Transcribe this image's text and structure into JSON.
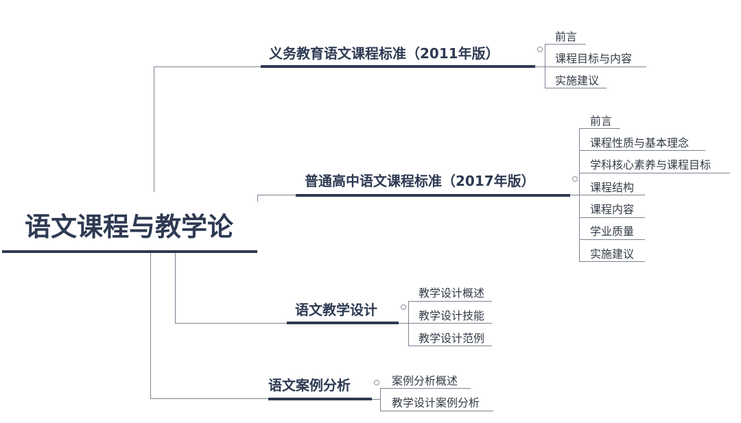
{
  "root": {
    "label": "语文课程与教学论"
  },
  "branches": [
    {
      "label": "义务教育语文课程标准（2011年版）",
      "children": [
        "前言",
        "课程目标与内容",
        "实施建议"
      ]
    },
    {
      "label": "普通高中语文课程标准（2017年版）",
      "children": [
        "前言",
        "课程性质与基本理念",
        "学科核心素养与课程目标",
        "课程结构",
        "课程内容",
        "学业质量",
        "实施建议"
      ]
    },
    {
      "label": "语文教学设计",
      "children": [
        "教学设计概述",
        "教学设计技能",
        "教学设计范例"
      ]
    },
    {
      "label": "语文案例分析",
      "children": [
        "案例分析概述",
        "教学设计案例分析"
      ]
    }
  ],
  "colors": {
    "node": "#2e3a52",
    "connector": "#7a8190"
  }
}
